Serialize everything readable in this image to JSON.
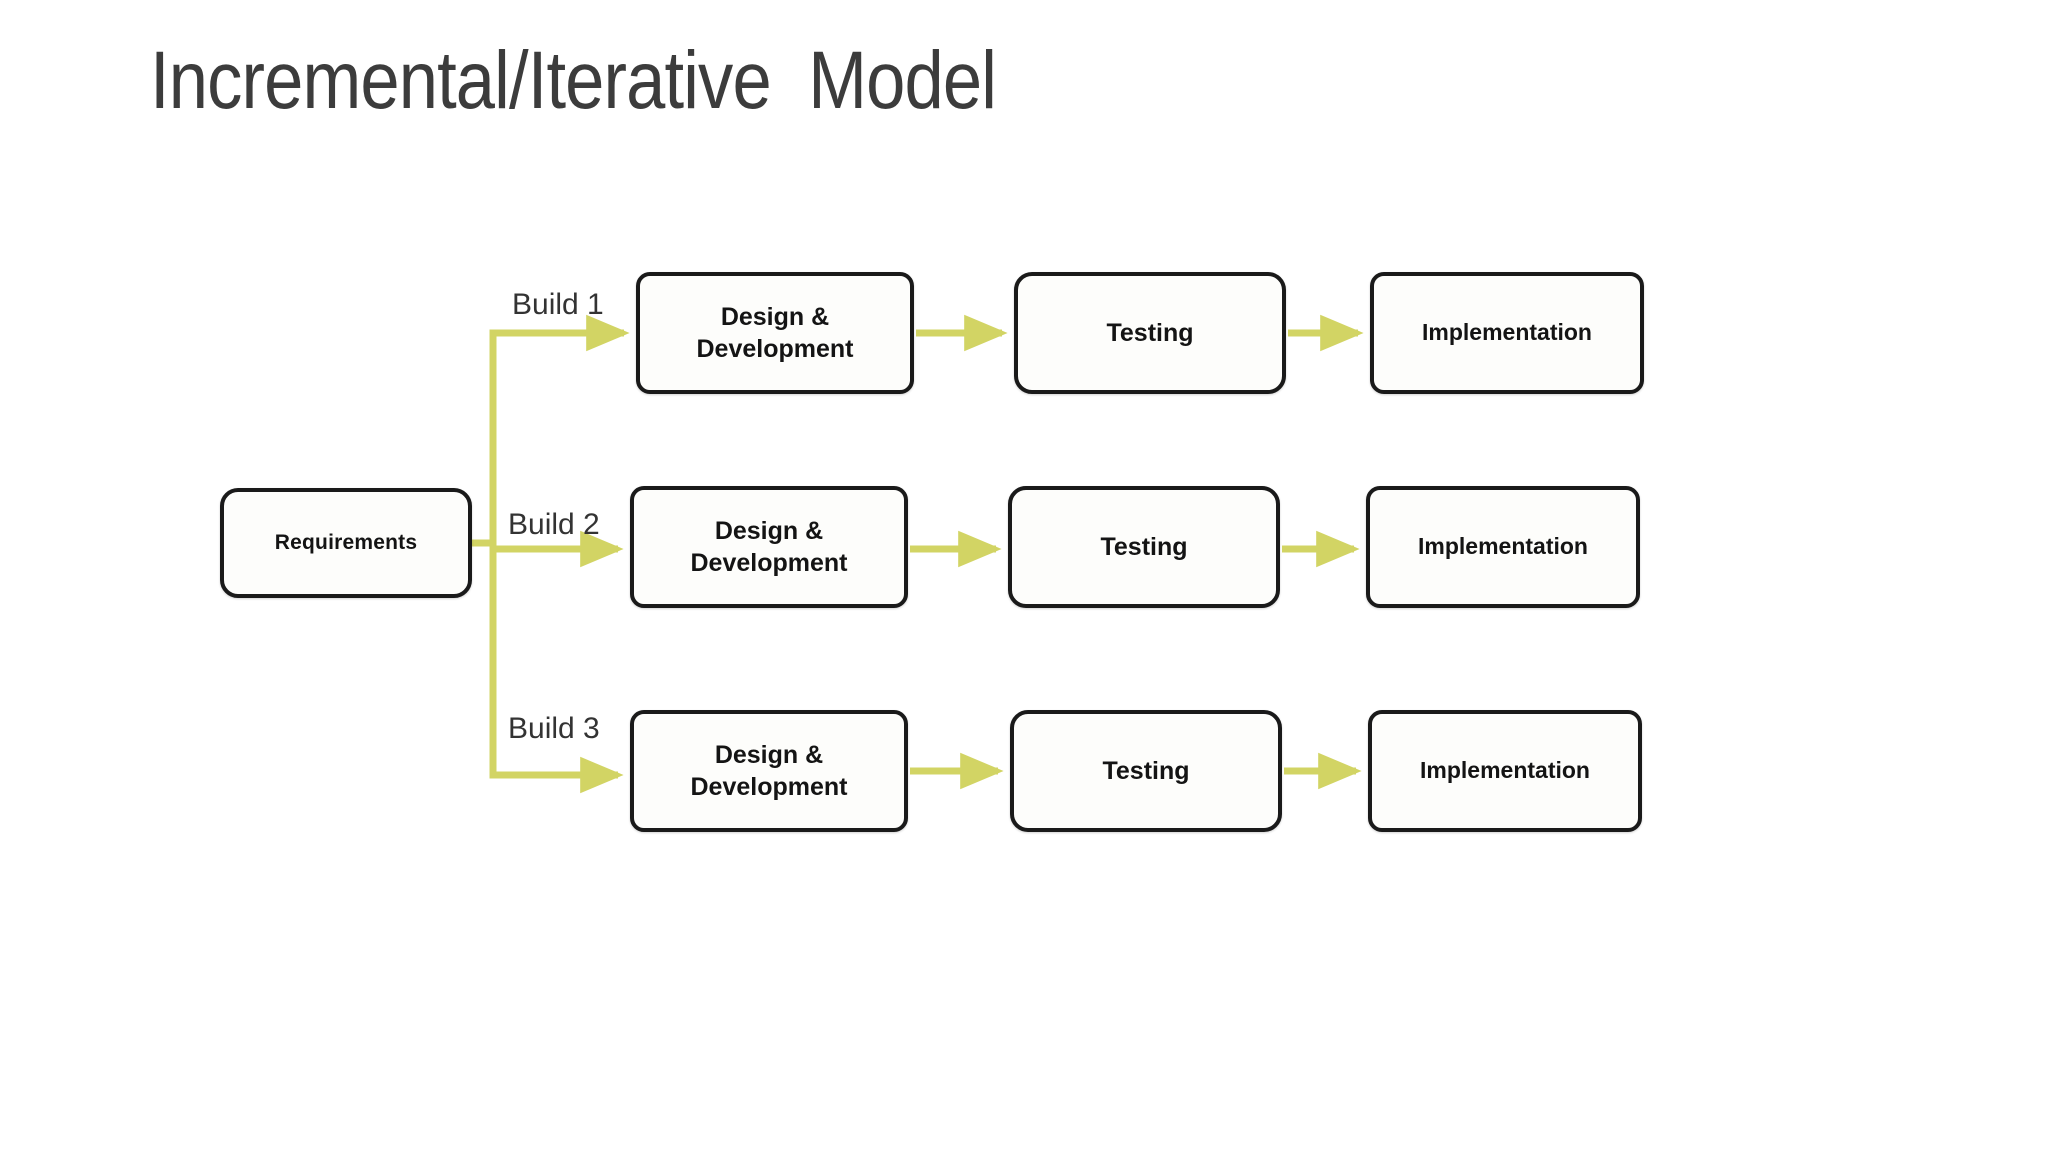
{
  "slide": {
    "title": "Incremental/Iterative  Model",
    "background_color": "#ffffff",
    "title_color": "#3c3c3c"
  },
  "diagram": {
    "type": "flowchart",
    "connector_color": "#d2d464",
    "box_border_color": "#1a1a1a",
    "box_fill_color": "#fdfdfb",
    "start_node": {
      "label": "Requirements"
    },
    "branches": [
      {
        "branch_label": "Build 1",
        "stages": [
          {
            "label": "Design &\nDevelopment"
          },
          {
            "label": "Testing"
          },
          {
            "label": "Implementation"
          }
        ]
      },
      {
        "branch_label": "Build 2",
        "stages": [
          {
            "label": "Design &\nDevelopment"
          },
          {
            "label": "Testing"
          },
          {
            "label": "Implementation"
          }
        ]
      },
      {
        "branch_label": "Build 3",
        "stages": [
          {
            "label": "Design &\nDevelopment"
          },
          {
            "label": "Testing"
          },
          {
            "label": "Implementation"
          }
        ]
      }
    ]
  }
}
